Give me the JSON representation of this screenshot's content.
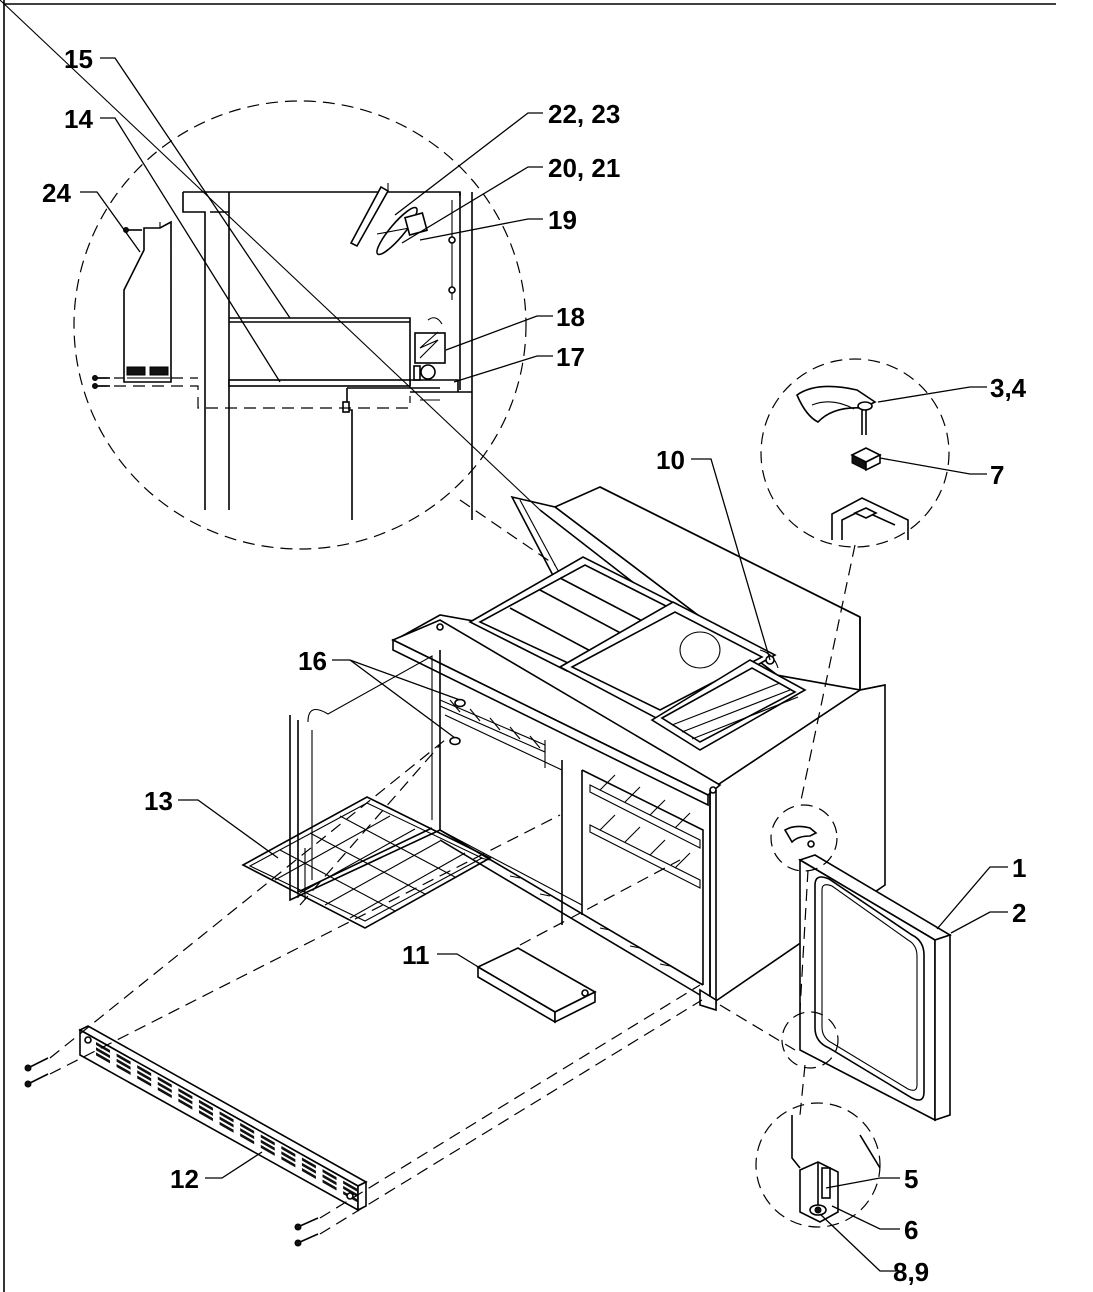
{
  "diagram": {
    "callouts": [
      {
        "id": "c15",
        "text": "15"
      },
      {
        "id": "c14",
        "text": "14"
      },
      {
        "id": "c24",
        "text": "24"
      },
      {
        "id": "c2223",
        "text": "22, 23"
      },
      {
        "id": "c2021",
        "text": "20, 21"
      },
      {
        "id": "c19",
        "text": "19"
      },
      {
        "id": "c18",
        "text": "18"
      },
      {
        "id": "c17",
        "text": "17"
      },
      {
        "id": "c34",
        "text": "3,4"
      },
      {
        "id": "c7",
        "text": "7"
      },
      {
        "id": "c10",
        "text": "10"
      },
      {
        "id": "c16",
        "text": "16"
      },
      {
        "id": "c13",
        "text": "13"
      },
      {
        "id": "c1",
        "text": "1"
      },
      {
        "id": "c2",
        "text": "2"
      },
      {
        "id": "c11",
        "text": "11"
      },
      {
        "id": "c12",
        "text": "12"
      },
      {
        "id": "c5",
        "text": "5"
      },
      {
        "id": "c6",
        "text": "6"
      },
      {
        "id": "c89",
        "text": "8,9"
      }
    ]
  }
}
